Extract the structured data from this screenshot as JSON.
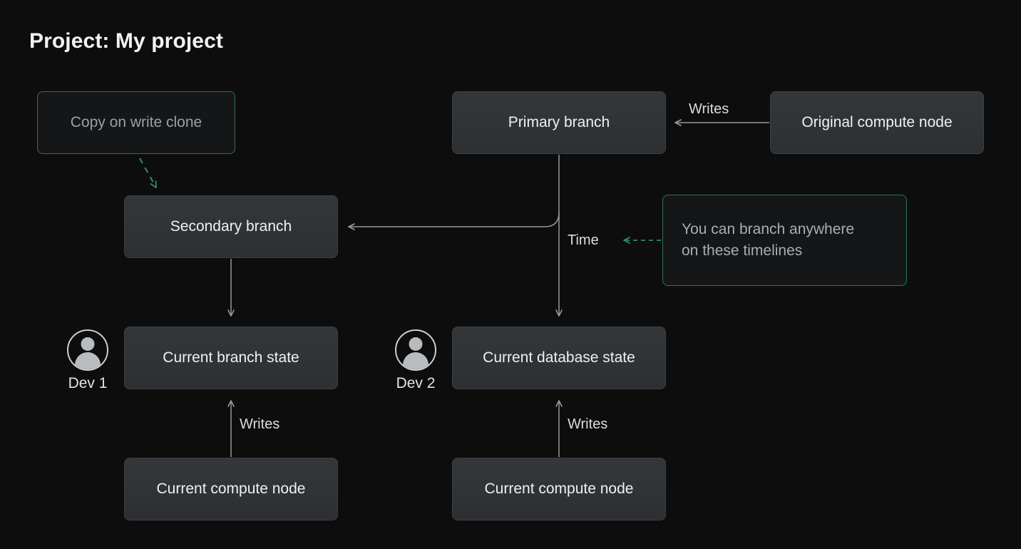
{
  "title": "Project: My project",
  "colors": {
    "background": "#0d0d0e",
    "node_fill": "#2f3235",
    "node_border": "#3c4044",
    "accent_green": "#2f7356",
    "edge_gray": "#9a9a9a",
    "text_primary": "#f0f0f0",
    "text_muted": "#9aa0a2"
  },
  "nodes": [
    {
      "id": "copy-on-write-clone",
      "label": "Copy on write clone",
      "style": "ghost"
    },
    {
      "id": "primary-branch",
      "label": "Primary branch",
      "style": "solid"
    },
    {
      "id": "original-compute-node",
      "label": "Original compute node",
      "style": "solid"
    },
    {
      "id": "secondary-branch",
      "label": "Secondary branch",
      "style": "solid"
    },
    {
      "id": "current-branch-state",
      "label": "Current branch state",
      "style": "solid"
    },
    {
      "id": "current-database-state",
      "label": "Current database state",
      "style": "solid"
    },
    {
      "id": "current-compute-node-left",
      "label": "Current compute node",
      "style": "solid"
    },
    {
      "id": "current-compute-node-right",
      "label": "Current compute node",
      "style": "solid"
    }
  ],
  "annotation": {
    "line1": "You can branch anywhere",
    "line2": "on these timelines"
  },
  "edge_labels": {
    "writes_top": "Writes",
    "time": "Time",
    "writes_left": "Writes",
    "writes_right": "Writes"
  },
  "avatars": [
    {
      "id": "dev-1",
      "label": "Dev 1",
      "icon": "user-avatar-icon"
    },
    {
      "id": "dev-2",
      "label": "Dev 2",
      "icon": "user-avatar-icon"
    }
  ]
}
